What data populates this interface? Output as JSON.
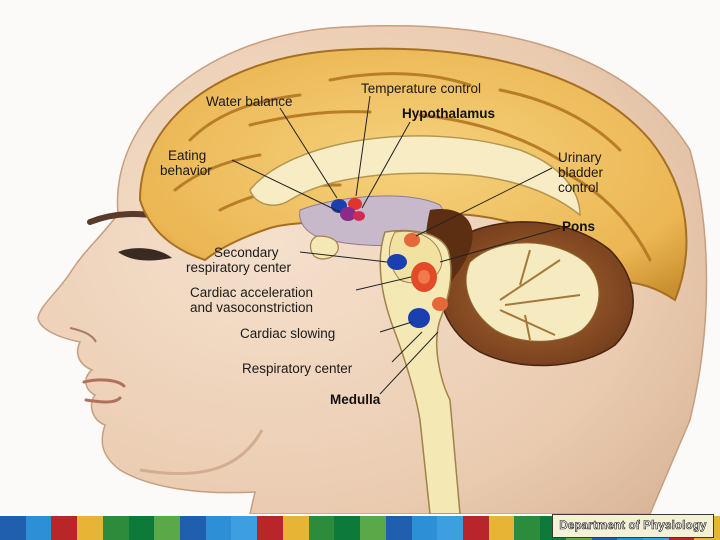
{
  "labels": {
    "water_balance": "Water balance",
    "temperature_control": "Temperature control",
    "hypothalamus": "Hypothalamus",
    "eating_behavior_line1": "Eating",
    "eating_behavior_line2": "behavior",
    "urinary_line1": "Urinary",
    "urinary_line2": "bladder",
    "urinary_line3": "control",
    "pons": "Pons",
    "secondary_line1": "Secondary",
    "secondary_line2": "respiratory center",
    "cardiac_accel_line1": "Cardiac acceleration",
    "cardiac_accel_line2": "and vasoconstriction",
    "cardiac_slowing": "Cardiac slowing",
    "respiratory_center": "Respiratory center",
    "medulla": "Medulla"
  },
  "footer": {
    "department": "Department of Physiology",
    "strip_colors": [
      "#1f5fae",
      "#2d8fd6",
      "#b8262a",
      "#e8b436",
      "#2c8c3c",
      "#0e7a3a",
      "#59a949",
      "#1f5fae",
      "#2d8fd6",
      "#3d9ee0",
      "#b8262a",
      "#e8b436",
      "#2c8c3c",
      "#0e7a3a",
      "#59a949",
      "#1f5fae",
      "#2d8fd6",
      "#3d9ee0",
      "#b8262a",
      "#e8b436",
      "#2c8c3c",
      "#0e7a3a",
      "#59a949",
      "#1f5fae",
      "#2d8fd6",
      "#3d9ee0",
      "#b8262a",
      "#e8b436"
    ]
  },
  "colors": {
    "skin": "#eed1b7",
    "cerebrum": "#eec15e",
    "brainstem": "#f4e9b4",
    "nucleus_red": "#e0352e",
    "nucleus_blue": "#1b3fae",
    "nucleus_orange": "#e5683a"
  }
}
